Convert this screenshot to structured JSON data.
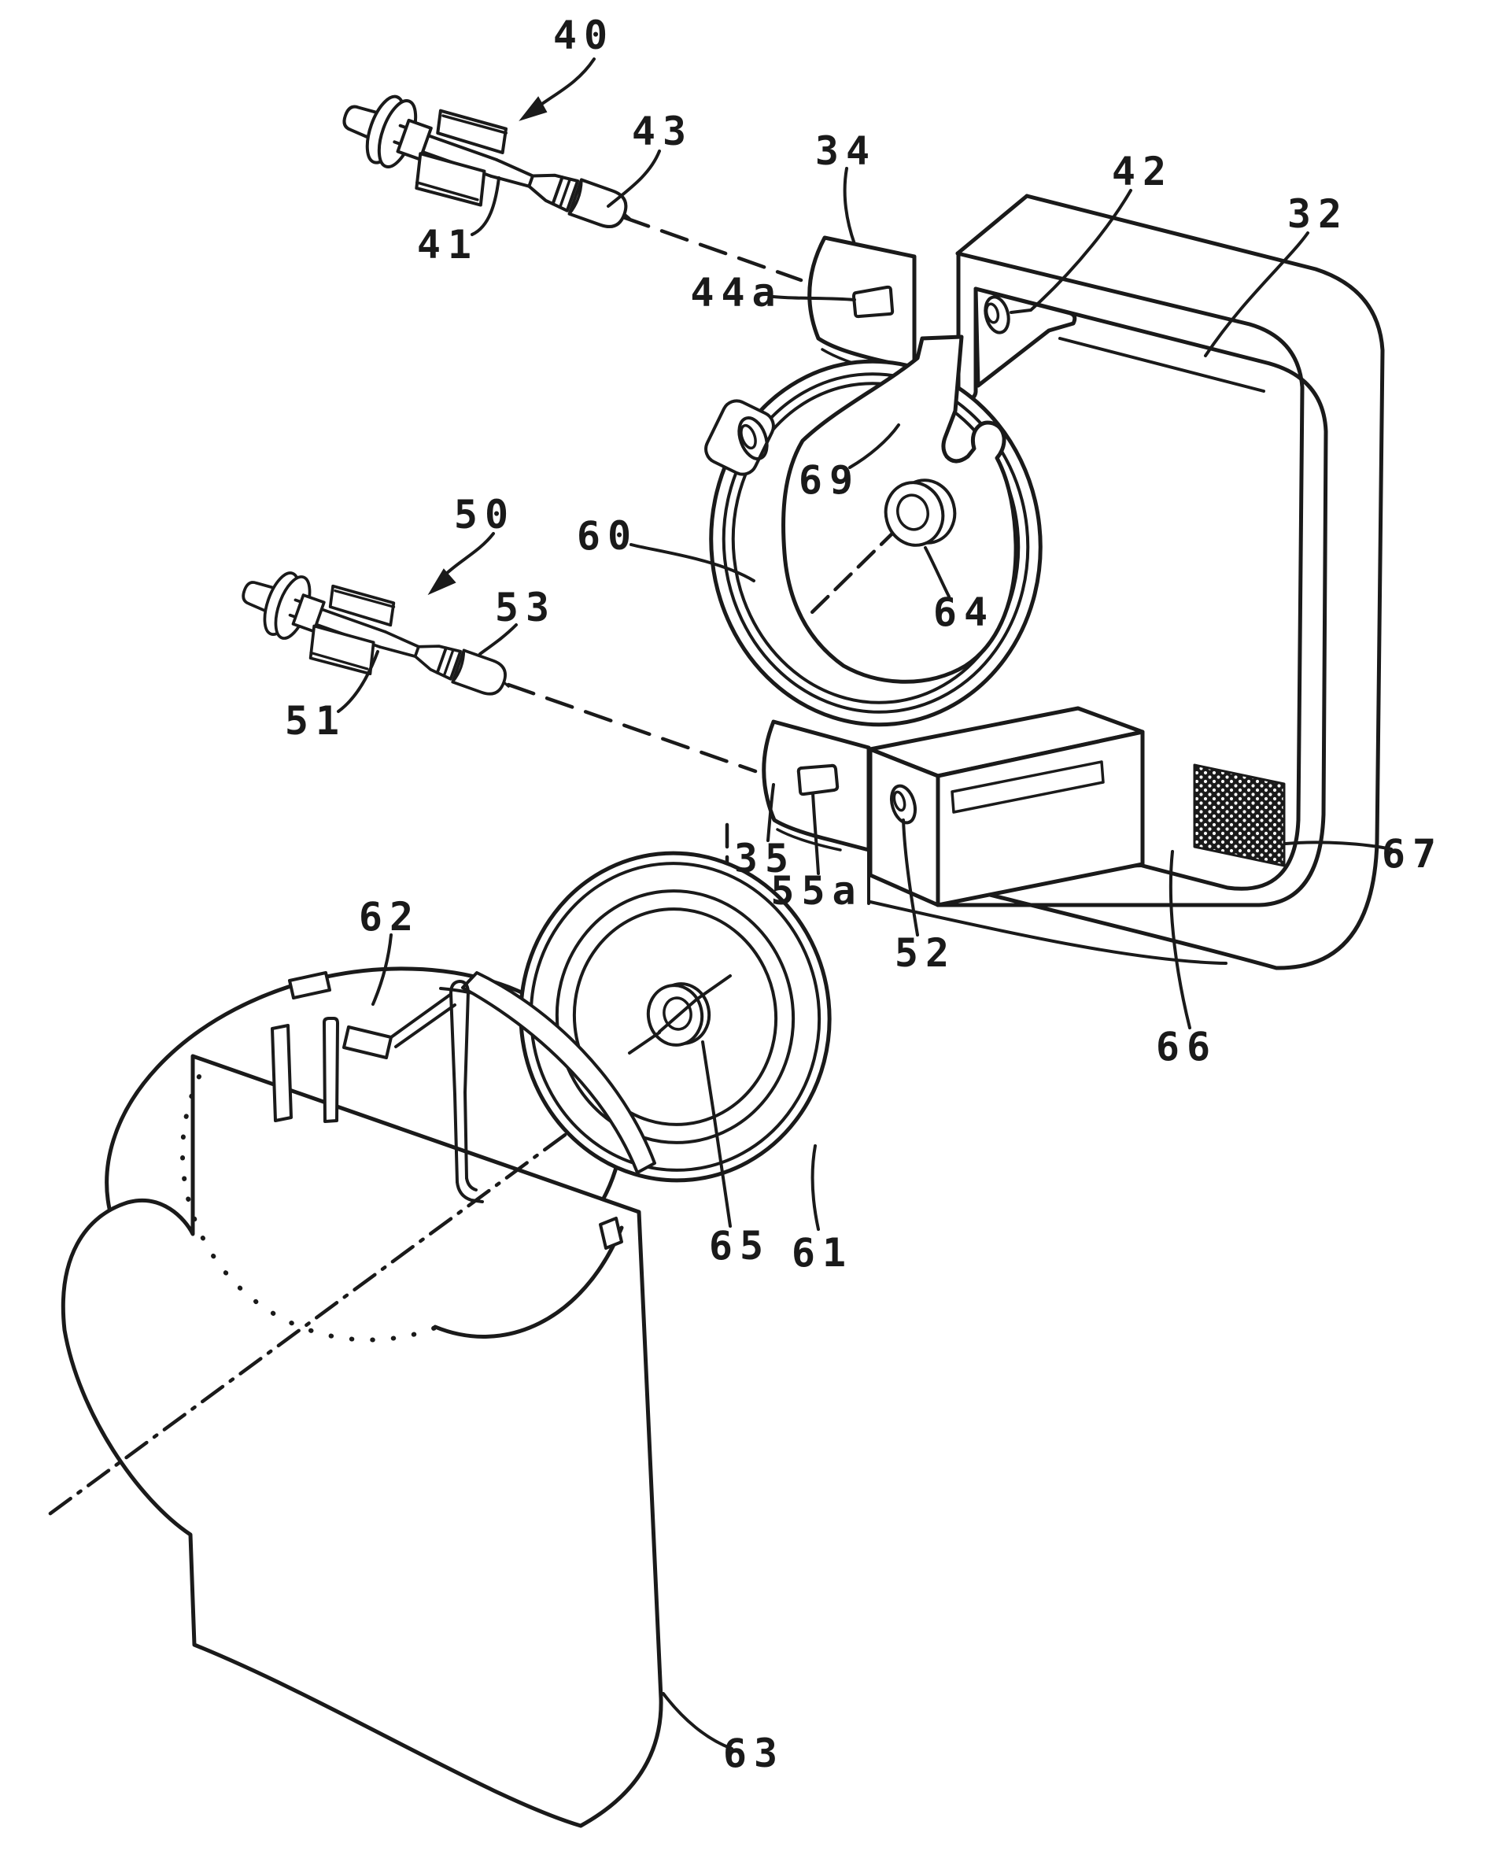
{
  "figure": {
    "type": "patent-exploded-line-drawing",
    "ink_color": "#1a1a1a",
    "paper_color": "#ffffff"
  },
  "labels": {
    "l40": "40",
    "l41": "41",
    "l43": "43",
    "l34": "34",
    "l42": "42",
    "l32": "32",
    "l44a": "44a",
    "l69": "69",
    "l60": "60",
    "l64": "64",
    "l50": "50",
    "l51": "51",
    "l53": "53",
    "l35": "35",
    "l55a": "55a",
    "l52": "52",
    "l67": "67",
    "l66": "66",
    "l62": "62",
    "l65": "65",
    "l61": "61",
    "l63": "63"
  }
}
